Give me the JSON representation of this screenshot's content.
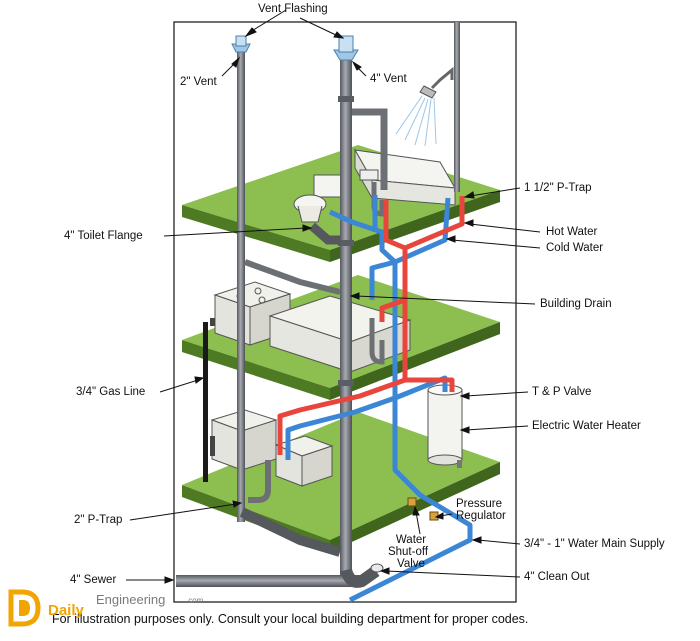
{
  "labels": {
    "vent_flashing": "Vent Flashing",
    "vent_2in": "2\" Vent",
    "vent_4in": "4\" Vent",
    "p_trap_1_5": "1 1/2\" P-Trap",
    "hot_water": "Hot Water",
    "cold_water": "Cold Water",
    "toilet_flange": "4\" Toilet Flange",
    "building_drain": "Building Drain",
    "gas_line": "3/4\" Gas Line",
    "tp_valve": "T & P Valve",
    "electric_water_heater": "Electric Water Heater",
    "pressure_regulator_1": "Pressure",
    "pressure_regulator_2": "Regulator",
    "p_trap_2": "2\" P-Trap",
    "water_main_supply": "3/4\" - 1\" Water Main Supply",
    "shutoff_1": "Water",
    "shutoff_2": "Shut-off",
    "shutoff_3": "Valve",
    "sewer_4in": "4\" Sewer",
    "clean_out": "4\" Clean Out"
  },
  "disclaimer": "For illustration purposes only.  Consult your local building department for proper codes.",
  "watermark": {
    "word1": "Daily",
    "word2": "Engineering",
    "word3": ".com"
  },
  "colors": {
    "floor": "#8cbf4f",
    "floor_edge": "#4f7a24",
    "hot_pipe": "#e8453c",
    "cold_pipe": "#3c86d6",
    "drain_pipe": "#7c7f84",
    "gas_pipe": "#1a1a1a",
    "logo": "#f2a500"
  }
}
